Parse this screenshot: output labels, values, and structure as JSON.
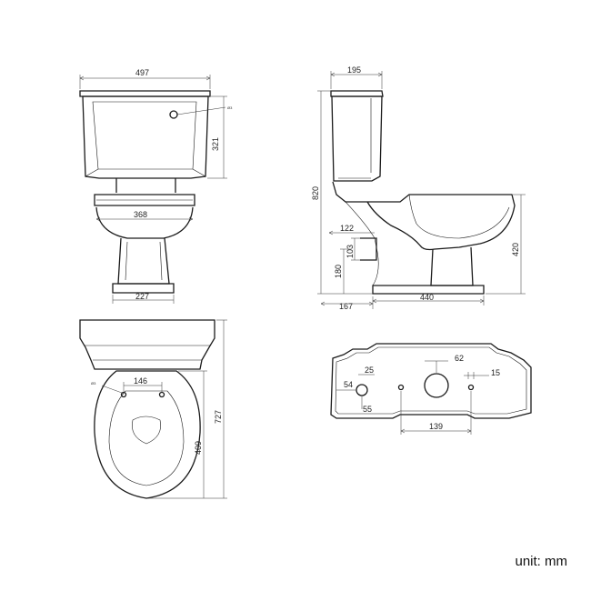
{
  "front_view": {
    "cistern_width": "497",
    "cistern_height": "321",
    "button_callout": "Ø3",
    "bowl_width": "368",
    "pedestal_width": "227"
  },
  "side_view": {
    "cistern_depth": "195",
    "overall_height": "820",
    "outlet_offset": "122",
    "outlet_diameter": "103",
    "outlet_height": "180",
    "seat_height": "420",
    "outlet_to_wall": "167",
    "base_depth": "440"
  },
  "top_view": {
    "seat_hole_spacing": "146",
    "overall_length": "727",
    "bowl_length": "409",
    "hole_callout": "Ø3"
  },
  "cistern_section": {
    "hole_62": "62",
    "hole_25": "25",
    "hole_15": "15",
    "hole_54": "54",
    "hole_55": "55",
    "hole_spacing_139": "139"
  },
  "unit_label": "unit: mm"
}
